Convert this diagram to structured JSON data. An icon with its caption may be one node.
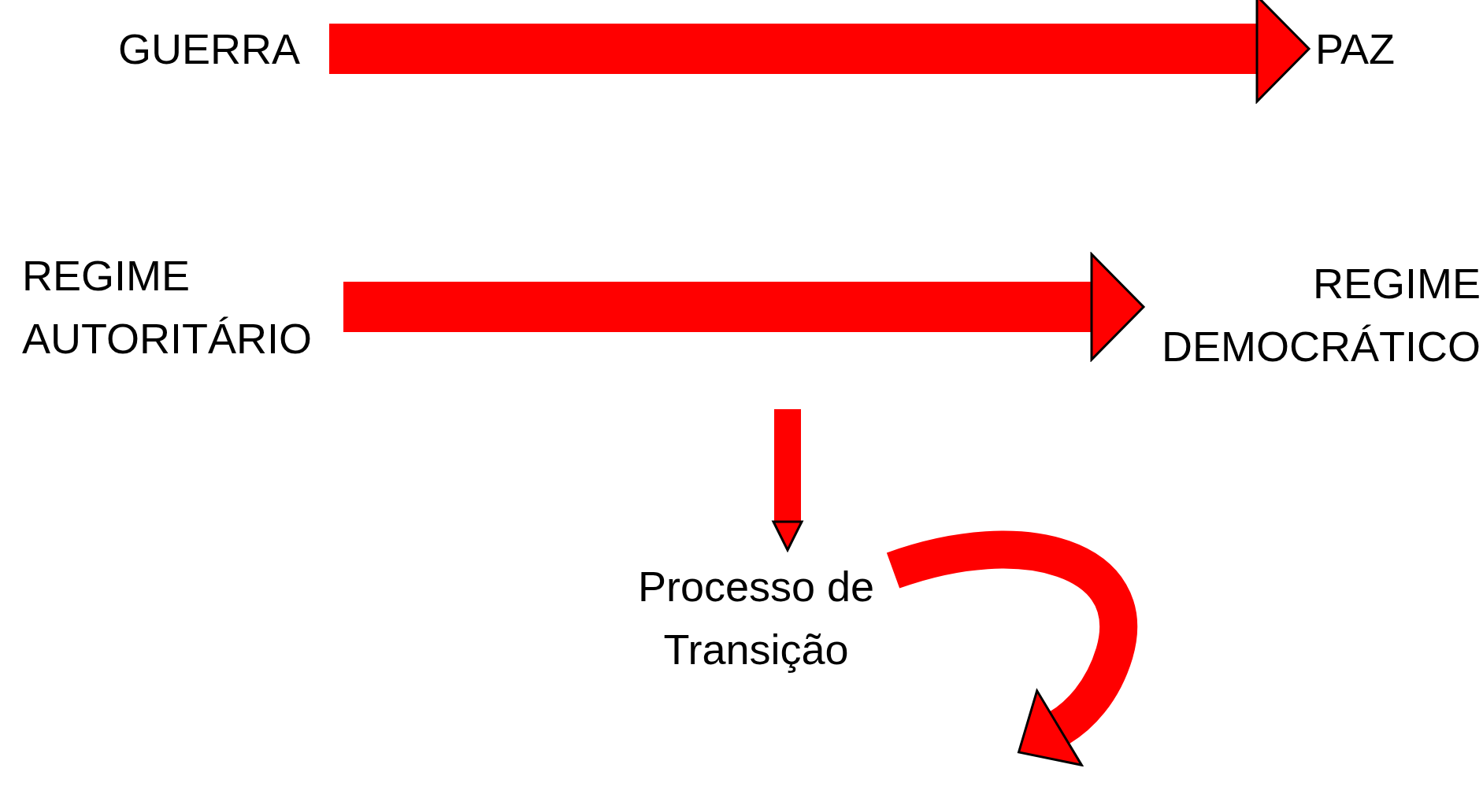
{
  "diagram": {
    "nodes": [
      {
        "text": [
          "GUERRA"
        ]
      },
      {
        "text": [
          "PAZ"
        ]
      },
      {
        "text": [
          "REGIME AUTORITÁRIO"
        ]
      },
      {
        "text": [
          "REGIME DEMOCRÁTICO"
        ]
      },
      {
        "text": [
          "Processo de Transição"
        ]
      }
    ],
    "edges": [
      {
        "from": 0,
        "to": 1,
        "arrow": "to"
      },
      {
        "from": 2,
        "to": 3,
        "arrow": "to"
      },
      {
        "from": null,
        "to": 4,
        "arrow": "to"
      },
      {
        "from": 4,
        "to": null,
        "arrow": "to"
      }
    ]
  }
}
